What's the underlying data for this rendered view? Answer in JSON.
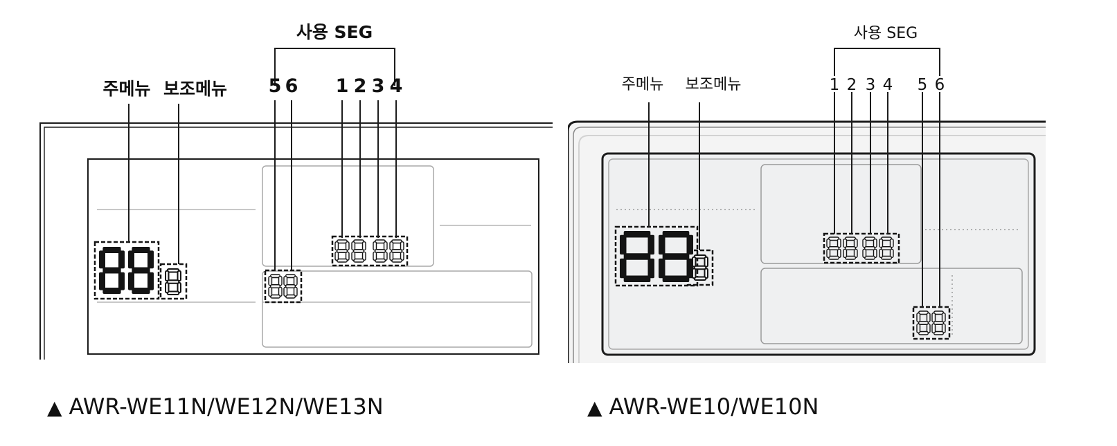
{
  "left": {
    "group_label": "사용 SEG",
    "main_menu_label": "주메뉴",
    "sub_menu_label": "보조메뉴",
    "seg_numbers": [
      "5",
      "6",
      "1",
      "2",
      "3",
      "4"
    ],
    "caption_symbol": "▲",
    "caption": "AWR-WE11N/WE12N/WE13N"
  },
  "right": {
    "group_label": "사용 SEG",
    "main_menu_label": "주메뉴",
    "sub_menu_label": "보조메뉴",
    "seg_numbers": [
      "1",
      "2",
      "3",
      "4",
      "5",
      "6"
    ],
    "caption_symbol": "▲",
    "caption": "AWR-WE10/WE10N"
  },
  "colors": {
    "lcd_background": "#eff0f1",
    "frame": "#1c1c1c",
    "inner_box": "#a8a8a8"
  }
}
